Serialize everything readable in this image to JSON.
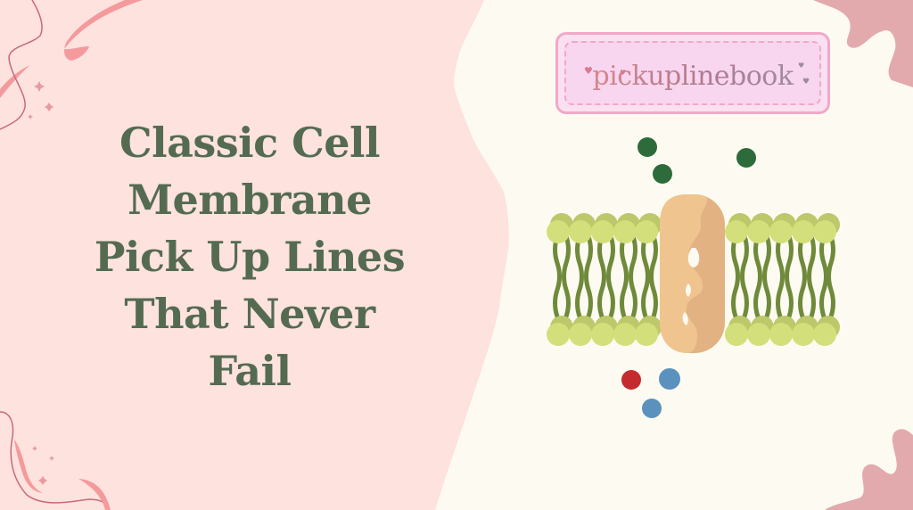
{
  "title": {
    "lines": [
      "Classic Cell",
      "Membrane",
      "Pick Up Lines",
      "That Never",
      "Fail"
    ]
  },
  "logo": {
    "text": "pickuplinebook"
  },
  "colors": {
    "left_panel": "#fde2de",
    "right_panel": "#fdfbf1",
    "title_text": "#546b52",
    "accent_pink": "#f49a9c",
    "corner_blob": "#e3aaae",
    "logo_border": "#f2a8c8",
    "logo_fill": "#f8d6f0",
    "lipid_head": "#d3df7a",
    "lipid_tail": "#6e8a3a",
    "protein_light": "#f0c48e",
    "protein_dark": "#e2b282",
    "molecule_green": "#2e6b3b",
    "molecule_red": "#c42a2e",
    "molecule_blue": "#5a92bd"
  },
  "illustration": {
    "name": "cell membrane with channel protein",
    "molecules_above": 3,
    "molecules_below": 3
  }
}
